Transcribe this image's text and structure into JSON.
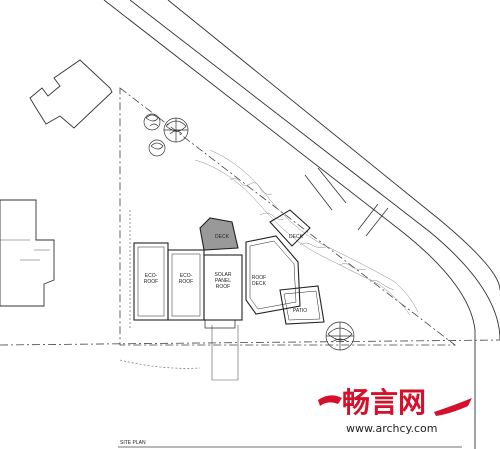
{
  "labels": {
    "deck_upper": "DECK",
    "deck_right": "DECK",
    "eco_roof_1_line1": "ECO-",
    "eco_roof_1_line2": "ROOF",
    "eco_roof_2_line1": "ECO-",
    "eco_roof_2_line2": "ROOF",
    "solar_line1": "SOLAR",
    "solar_line2": "PANEL",
    "solar_line3": "ROOF",
    "roof_deck_line1": "ROOF",
    "roof_deck_line2": "DECK",
    "patio": "PATIO"
  },
  "caption": "SITE PLAN",
  "watermark": {
    "chinese": "畅言网",
    "url": "www.archcy.com",
    "color": "#d6102a"
  }
}
